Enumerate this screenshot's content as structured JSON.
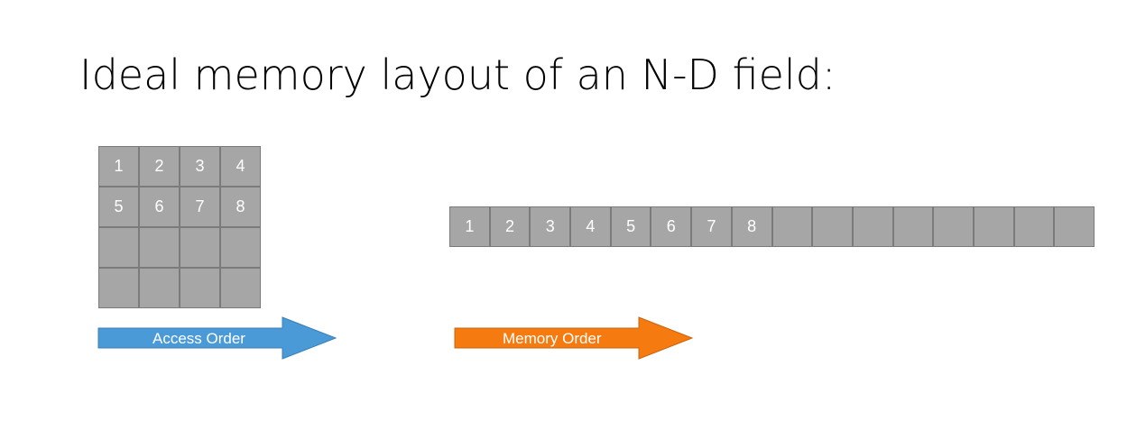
{
  "title": "Ideal memory layout of an N-D field:",
  "grid": {
    "cells": [
      "1",
      "2",
      "3",
      "4",
      "5",
      "6",
      "7",
      "8",
      "",
      "",
      "",
      "",
      "",
      "",
      "",
      ""
    ]
  },
  "strip": {
    "cells": [
      "1",
      "2",
      "3",
      "4",
      "5",
      "6",
      "7",
      "8",
      "",
      "",
      "",
      "",
      "",
      "",
      "",
      ""
    ]
  },
  "access_arrow": {
    "label": "Access Order",
    "color": "#4a9ad8"
  },
  "memory_arrow": {
    "label": "Memory Order",
    "color": "#f57a0f"
  },
  "cell_color": "#a6a6a6"
}
